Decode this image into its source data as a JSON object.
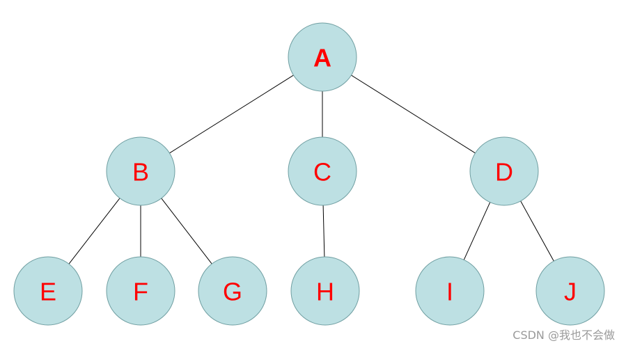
{
  "diagram": {
    "type": "tree",
    "node_fill": "#bde0e3",
    "node_stroke": "#6f9ea1",
    "label_color": "#ff0000",
    "edge_color": "#000000",
    "nodes": [
      {
        "id": "A",
        "label": "A"
      },
      {
        "id": "B",
        "label": "B"
      },
      {
        "id": "C",
        "label": "C"
      },
      {
        "id": "D",
        "label": "D"
      },
      {
        "id": "E",
        "label": "E"
      },
      {
        "id": "F",
        "label": "F"
      },
      {
        "id": "G",
        "label": "G"
      },
      {
        "id": "H",
        "label": "H"
      },
      {
        "id": "I",
        "label": "I"
      },
      {
        "id": "J",
        "label": "J"
      }
    ],
    "edges": [
      [
        "A",
        "B"
      ],
      [
        "A",
        "C"
      ],
      [
        "A",
        "D"
      ],
      [
        "B",
        "E"
      ],
      [
        "B",
        "F"
      ],
      [
        "B",
        "G"
      ],
      [
        "C",
        "H"
      ],
      [
        "D",
        "I"
      ],
      [
        "D",
        "J"
      ]
    ]
  },
  "watermark": {
    "text": "CSDN @我也不会做"
  }
}
